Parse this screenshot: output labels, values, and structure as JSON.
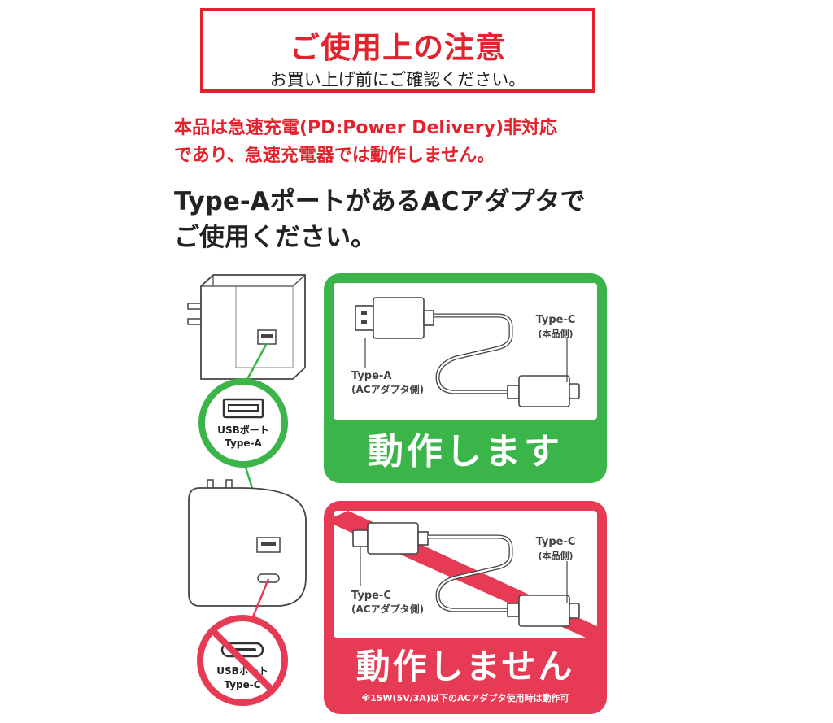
{
  "notice": {
    "title": "ご使用上の注意",
    "subtitle": "お買い上げ前にご確認ください。"
  },
  "warning": {
    "line1": "本品は急速充電(PD:Power Delivery)非対応",
    "line2": "であり、急速充電器では動作しません。"
  },
  "instruction": {
    "line1": "Type-AポートがあるACアダプタで",
    "line2": "ご使用ください。"
  },
  "port_a": {
    "line1": "USBポート",
    "line2": "Type-A"
  },
  "port_c": {
    "line1": "USBポート",
    "line2": "Type-C"
  },
  "works_panel": {
    "status": "動作します",
    "left_label_1": "Type-A",
    "left_label_2": "(ACアダプタ側)",
    "right_label_1": "Type-C",
    "right_label_2": "(本品側)"
  },
  "fails_panel": {
    "status": "動作しません",
    "left_label_1": "Type-C",
    "left_label_2": "(ACアダプタ側)",
    "right_label_1": "Type-C",
    "right_label_2": "(本品側)",
    "footnote": "※15W(5V/3A)以下のACアダプタ使用時は動作可"
  },
  "colors": {
    "alert_red": "#e2222d",
    "ok_green": "#3bb54a",
    "fail_red": "#e63a55"
  }
}
